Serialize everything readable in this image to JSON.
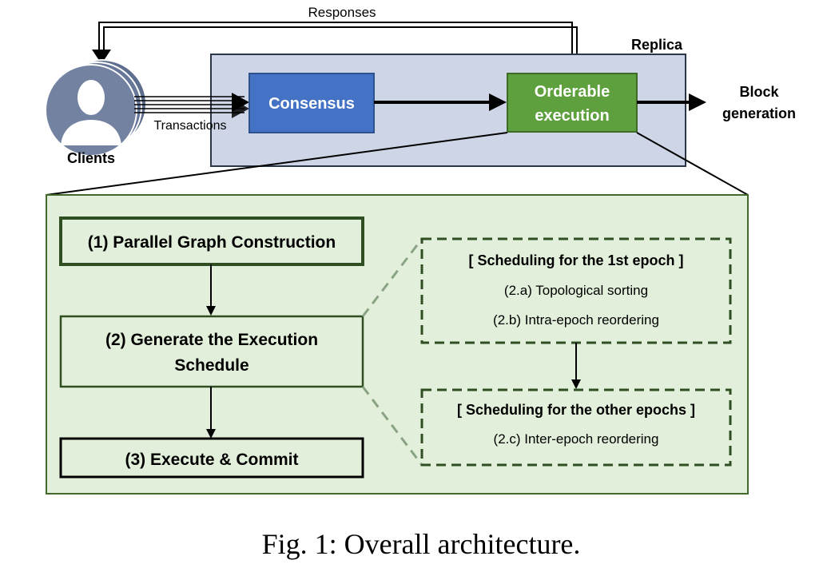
{
  "top": {
    "responses_label": "Responses",
    "replica_label": "Replica",
    "consensus_label": "Consensus",
    "orderable_line1": "Orderable",
    "orderable_line2": "execution",
    "block_line1": "Block",
    "block_line2": "generation",
    "transactions_label": "Transactions",
    "clients_label": "Clients"
  },
  "detail": {
    "step1": "(1) Parallel Graph Construction",
    "step2_line1": "(2) Generate the Execution",
    "step2_line2": "Schedule",
    "step3": "(3) Execute & Commit",
    "first_epoch": {
      "title": "[ Scheduling for the 1st epoch ]",
      "item_a": "(2.a) Topological sorting",
      "item_b": "(2.b) Intra-epoch reordering"
    },
    "other_epochs": {
      "title": "[ Scheduling for the other epochs ]",
      "item_c": "(2.c) Inter-epoch reordering"
    }
  },
  "caption": "Fig. 1: Overall architecture.",
  "colors": {
    "replica_fill": "#cdd5e6",
    "consensus_fill": "#4472c4",
    "orderable_fill": "#5fa03e",
    "detail_fill": "#e2efda",
    "box_border": "#2f4f22",
    "client_fill": "#7282a0"
  }
}
